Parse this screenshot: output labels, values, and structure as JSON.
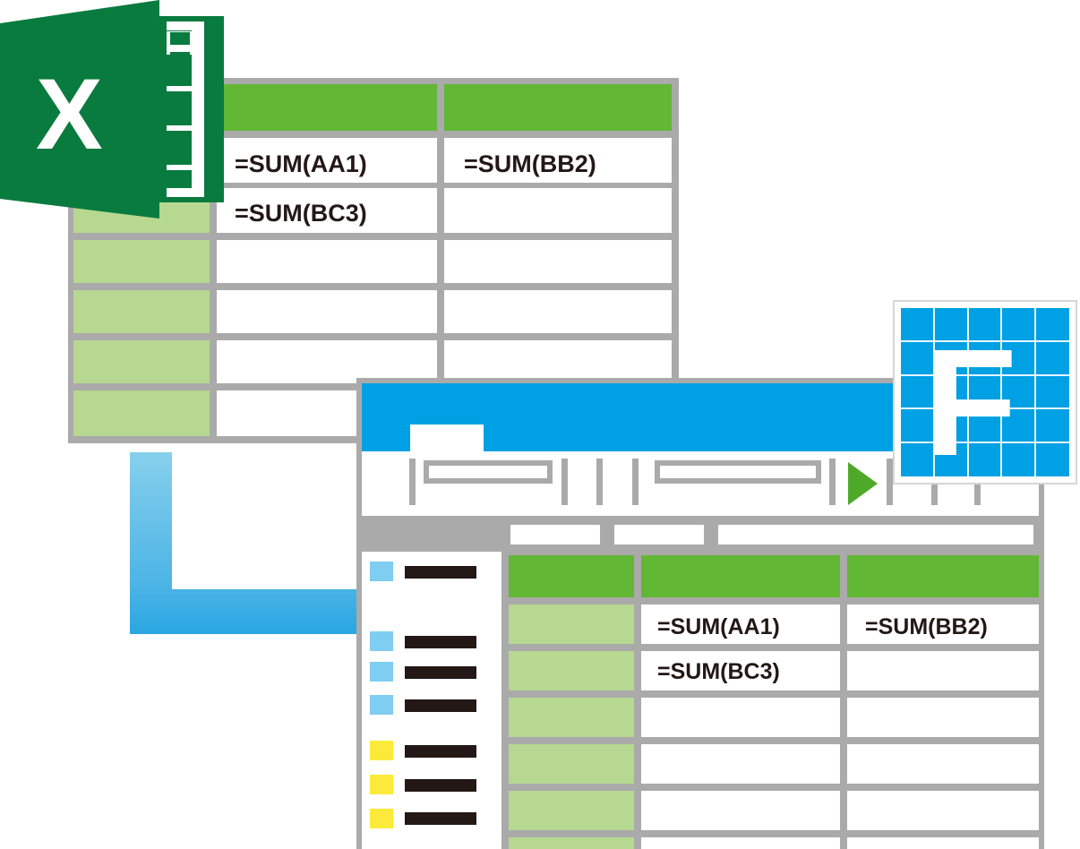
{
  "colors": {
    "grid_gray": "#aaaaaa",
    "header_green": "#62b734",
    "row_head_green": "#b6d890",
    "excel_green": "#097b3f",
    "app_blue": "#00a0e4",
    "arrow_blue": "#0096dd",
    "arrow_light": "#86d0ec",
    "play_green": "#4fa929",
    "swatch_blue": "#7fcdf0",
    "swatch_yellow": "#fbea3a",
    "ink": "#231815"
  },
  "excel_sheet": {
    "logo_icon": "excel-logo-icon",
    "logo_letter": "X",
    "cells": [
      [
        "=SUM(AA1)",
        "=SUM(BB2)"
      ],
      [
        "=SUM(BC3)",
        ""
      ]
    ]
  },
  "app_window": {
    "logo_icon": "f-logo-icon",
    "logo_letter": "F",
    "toolbar_icon": "play-icon",
    "cells": [
      [
        "=SUM(AA1)",
        "=SUM(BB2)"
      ],
      [
        "=SUM(BC3)",
        ""
      ]
    ],
    "sidebar_swatches": [
      "blue",
      "blue",
      "blue",
      "blue",
      "yellow",
      "yellow",
      "yellow"
    ]
  },
  "connector": {
    "icon": "conversion-arrow-icon"
  }
}
